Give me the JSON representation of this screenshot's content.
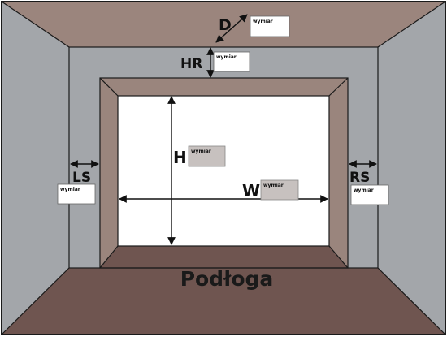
{
  "colors": {
    "ceiling": "#9b857d",
    "wall": "#a3a6aa",
    "frame": "#9a857d",
    "floor": "#6f5550",
    "opening": "#ffffff",
    "input_white": "#ffffff",
    "input_gray": "#c7c1bf",
    "outline": "#1a1a1a"
  },
  "labels": {
    "depth": "D",
    "header_height": "HR",
    "height": "H",
    "width": "W",
    "left_side": "LS",
    "right_side": "RS",
    "floor": "Podłoga"
  },
  "inputs": {
    "depth": {
      "placeholder": "wymiar"
    },
    "header_height": {
      "placeholder": "wymiar"
    },
    "height": {
      "placeholder": "wymiar"
    },
    "width": {
      "placeholder": "wymiar"
    },
    "left_side": {
      "placeholder": "wymiar"
    },
    "right_side": {
      "placeholder": "wymiar"
    }
  }
}
